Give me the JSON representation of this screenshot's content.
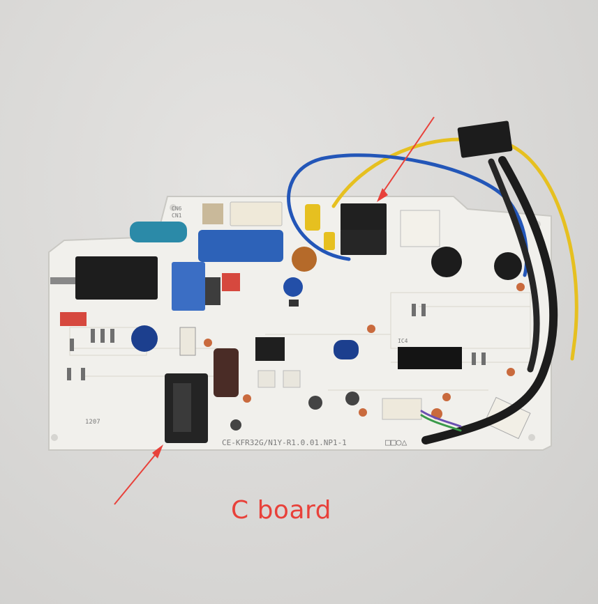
{
  "photo": {
    "caption": "C board",
    "board_model_marking": "CE-KFR32G/N1Y-R1.0.01.NP1-1",
    "bottom_right_marking": "□□○△",
    "silkscreen_labels": [
      "CN6",
      "CN1",
      "1207",
      "IC4"
    ],
    "colors": {
      "background": "#dad9d7",
      "pcb": "#f1f0ec",
      "arrow": "#e8413a",
      "caption": "#e8413a",
      "wire_yellow": "#e6c020",
      "wire_blue": "#2356b8",
      "wire_black": "#1c1c1c"
    },
    "arrows": [
      "upper-arrow-to-relay",
      "lower-arrow-to-connector"
    ]
  }
}
